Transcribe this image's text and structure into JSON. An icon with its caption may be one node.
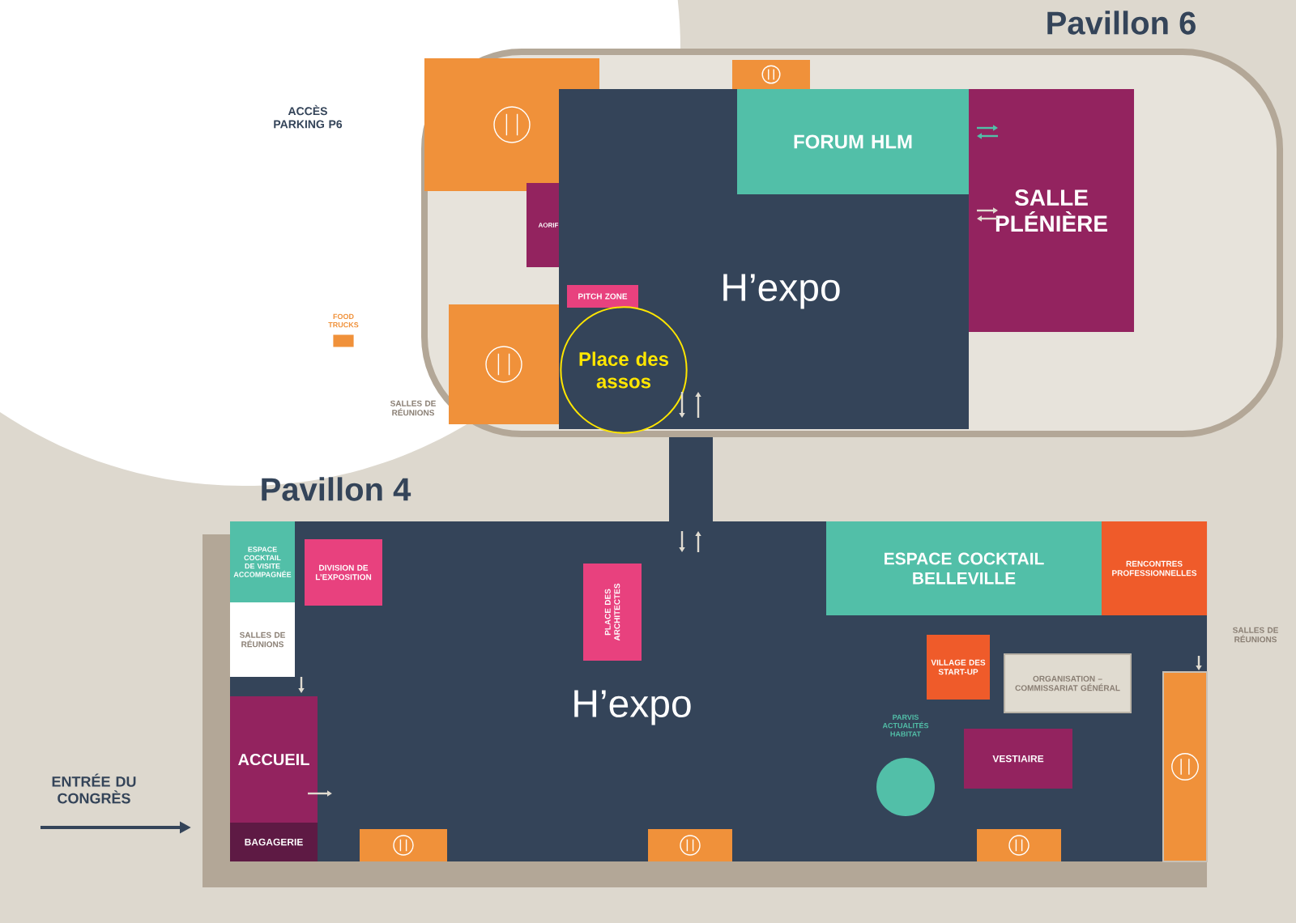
{
  "diagram": {
    "nodes": [
      {
        "text": [
          "Pavillon 6"
        ]
      },
      {
        "text": [],
        "shape": "box",
        "in": 0
      },
      {
        "text": [],
        "shape": "box",
        "in": 0
      },
      {
        "text": [
          "AORIF"
        ],
        "in": 0
      },
      {
        "text": [
          "H’expo"
        ],
        "in": 0
      },
      {
        "text": [
          "FORUM HLM"
        ],
        "in": 4
      },
      {
        "text": [
          "SALLE PLÉNIÈRE"
        ],
        "in": 0
      },
      {
        "text": [
          "PITCH ZONE"
        ],
        "in": 4
      },
      {
        "text": [
          "Place des assos"
        ],
        "in": 4
      },
      {
        "text": [],
        "shape": "box",
        "in": 0
      },
      {
        "text": [
          "Pavillon 4",
          "H’expo"
        ]
      },
      {
        "text": [
          "ESPACE COCKTAIL DE VISITE ACCOMPAGNÉE"
        ],
        "in": 10
      },
      {
        "text": [
          "SALLES DE RÉUNIONS"
        ],
        "in": 10
      },
      {
        "text": [
          "DIVISION DE L’EXPOSITION"
        ],
        "in": 10
      },
      {
        "text": [
          "ACCUEIL"
        ],
        "in": 10
      },
      {
        "text": [
          "BAGAGERIE"
        ],
        "in": 10
      },
      {
        "text": [
          "PLACE DES ARCHITECTES"
        ],
        "in": 10
      },
      {
        "text": [
          "ESPACE COCKTAIL BELLEVILLE"
        ],
        "in": 10
      },
      {
        "text": [
          "RENCONTRES PROFESSIONNELLES"
        ],
        "in": 10
      },
      {
        "text": [
          "VILLAGE DES START-UP"
        ],
        "in": 10
      },
      {
        "text": [
          "ORGANISATION – COMMISSARIAT GÉNÉRAL"
        ],
        "in": 10
      },
      {
        "text": [],
        "shape": "circle",
        "beside": [
          "PARVIS ACTUALITÉS HABITAT"
        ],
        "in": 10
      },
      {
        "text": [
          "VESTIAIRE"
        ],
        "in": 10
      },
      {
        "text": [],
        "shape": "box",
        "in": 10
      },
      {
        "text": [],
        "shape": "box",
        "in": 10
      },
      {
        "text": [],
        "shape": "box",
        "in": 10
      },
      {
        "text": [],
        "shape": "box",
        "in": 10
      }
    ],
    "labels": [
      "ACCÈS PARKING P6",
      "FOOD TRUCKS",
      "SALLES DE RÉUNIONS",
      "SALLES DE RÉUNIONS",
      "ENTRÉE DU CONGRÈS"
    ]
  }
}
